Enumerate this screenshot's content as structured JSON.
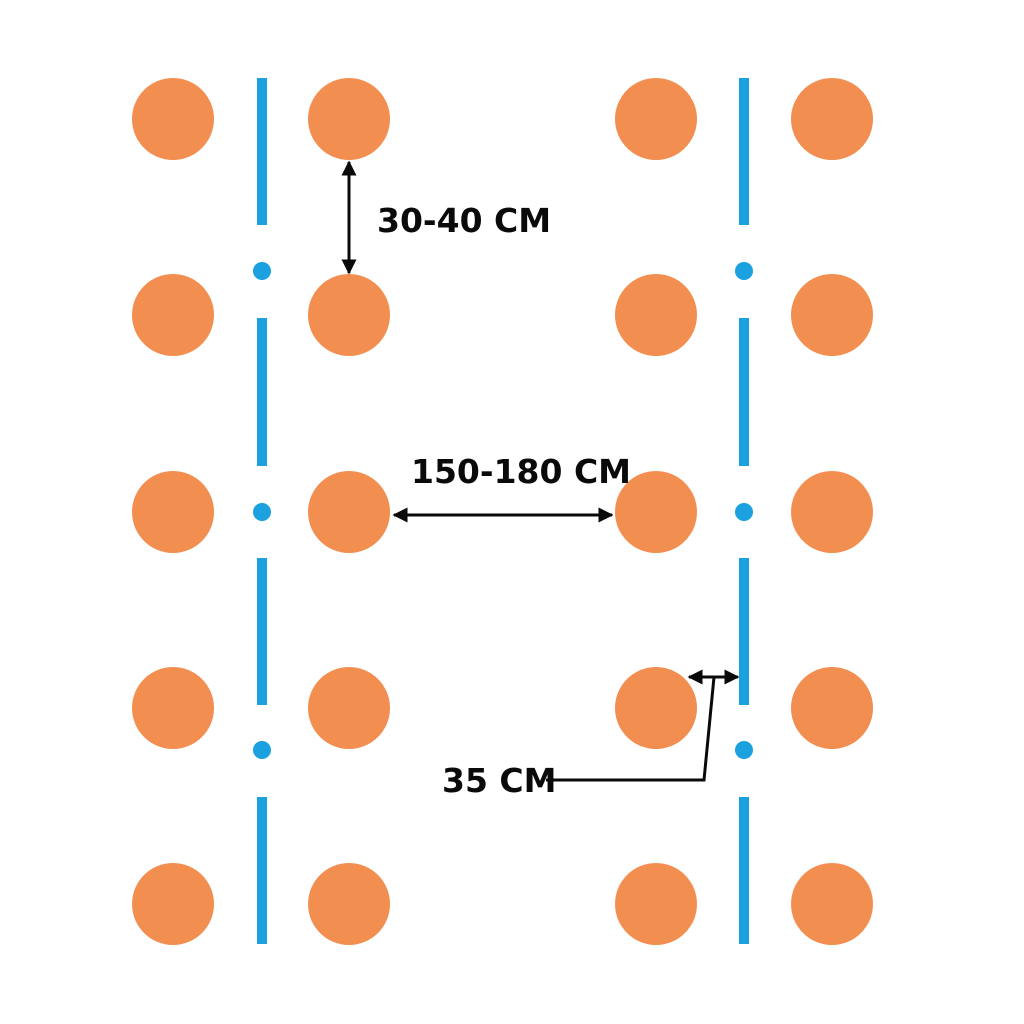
{
  "colors": {
    "background": "#ffffff",
    "plant": "#f28e50",
    "irrigation": "#1ba0e0",
    "annotation": "#0a0a0a"
  },
  "labels": {
    "in_row_spacing": "30-40 CM",
    "bed_spacing": "150-180 CM",
    "line_offset": "35 CM"
  }
}
